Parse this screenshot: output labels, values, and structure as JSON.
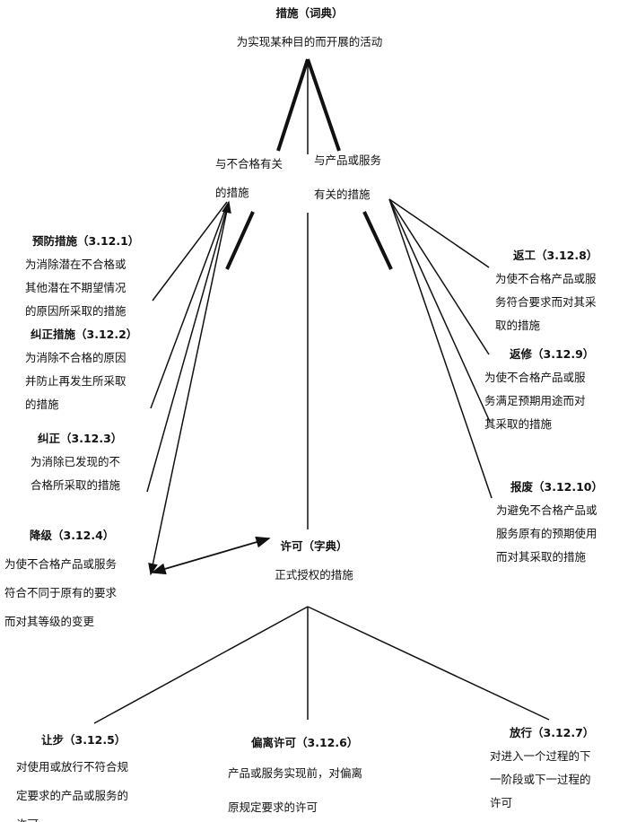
{
  "root": {
    "title": "措施（词典）",
    "desc": "为实现某种目的而开展的活动"
  },
  "branch_left": {
    "line1": "与不合格有关",
    "line2": "的措施"
  },
  "branch_right": {
    "line1": "与产品或服务",
    "line2": "有关的措施"
  },
  "preventive": {
    "title": "预防措施（3.12.1）",
    "lines": [
      "为消除潜在不合格或",
      "其他潜在不期望情况",
      "的原因所采取的措施"
    ]
  },
  "corrective": {
    "title": "纠正措施（3.12.2）",
    "lines": [
      "为消除不合格的原因",
      "并防止再发生所采取",
      "的措施"
    ]
  },
  "correction": {
    "title": "纠正（3.12.3）",
    "lines": [
      "为消除已发现的不",
      "合格所采取的措施"
    ]
  },
  "regrade": {
    "title": "降级（3.12.4）",
    "lines": [
      "为使不合格产品或服务",
      "符合不同于原有的要求",
      "而对其等级的变更"
    ]
  },
  "rework": {
    "title": "返工（3.12.8）",
    "lines": [
      "为使不合格产品或服",
      "务符合要求而对其采",
      "取的措施"
    ]
  },
  "repair": {
    "title": "返修（3.12.9）",
    "lines": [
      "为使不合格产品或服",
      "务满足预期用途而对",
      "其采取的措施"
    ]
  },
  "scrap": {
    "title": "报废（3.12.10）",
    "lines": [
      "为避免不合格产品或",
      "服务原有的预期使用",
      "而对其采取的措施"
    ]
  },
  "permission": {
    "title": "许可（字典）",
    "desc": "正式授权的措施"
  },
  "concession": {
    "title": "让步（3.12.5）",
    "lines": [
      "对使用或放行不符合规",
      "定要求的产品或服务的",
      "许可"
    ]
  },
  "deviation": {
    "title": "偏离许可（3.12.6）",
    "lines": [
      "产品或服务实现前，对偏离",
      "原规定要求的许可"
    ]
  },
  "release": {
    "title": "放行（3.12.7）",
    "lines": [
      "对进入一个过程的下",
      "一阶段或下一过程的",
      "许可"
    ]
  }
}
